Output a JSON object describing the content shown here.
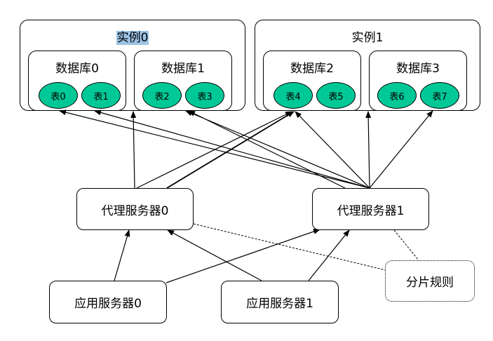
{
  "instances": [
    {
      "label": "实例0",
      "highlighted": true,
      "databases": [
        {
          "label": "数据库0",
          "tables": [
            "表0",
            "表1"
          ]
        },
        {
          "label": "数据库1",
          "tables": [
            "表2",
            "表3"
          ]
        }
      ]
    },
    {
      "label": "实例1",
      "highlighted": false,
      "databases": [
        {
          "label": "数据库2",
          "tables": [
            "表4",
            "表5"
          ]
        },
        {
          "label": "数据库3",
          "tables": [
            "表6",
            "表7"
          ]
        }
      ]
    }
  ],
  "proxies": [
    "代理服务器0",
    "代理服务器1"
  ],
  "apps": [
    "应用服务器0",
    "应用服务器1"
  ],
  "sharding_rule": "分片规则",
  "colors": {
    "table_fill": "#00c896",
    "highlight": "#9cc3e5",
    "stroke": "#000000"
  },
  "edges": [
    {
      "from": "proxy0",
      "to": "db1-bottom",
      "style": "solid"
    },
    {
      "from": "proxy0",
      "to": "table4",
      "style": "solid"
    },
    {
      "from": "proxy0",
      "to": "table4",
      "style": "solid"
    },
    {
      "from": "proxy1",
      "to": "table0",
      "style": "solid"
    },
    {
      "from": "proxy1",
      "to": "table1",
      "style": "solid"
    },
    {
      "from": "proxy1",
      "to": "table3",
      "style": "solid"
    },
    {
      "from": "proxy1",
      "to": "table3",
      "style": "solid"
    },
    {
      "from": "proxy1",
      "to": "table4",
      "style": "solid"
    },
    {
      "from": "proxy1",
      "to": "db3-bottom",
      "style": "solid"
    },
    {
      "from": "proxy1",
      "to": "table7",
      "style": "solid"
    },
    {
      "from": "app0",
      "to": "proxy0",
      "style": "solid"
    },
    {
      "from": "app0",
      "to": "proxy1",
      "style": "solid"
    },
    {
      "from": "app1",
      "to": "proxy0",
      "style": "solid"
    },
    {
      "from": "app1",
      "to": "proxy1",
      "style": "solid"
    },
    {
      "from": "proxy0",
      "to": "sharding_rule",
      "style": "dashed"
    },
    {
      "from": "proxy1",
      "to": "sharding_rule",
      "style": "dashed"
    }
  ]
}
